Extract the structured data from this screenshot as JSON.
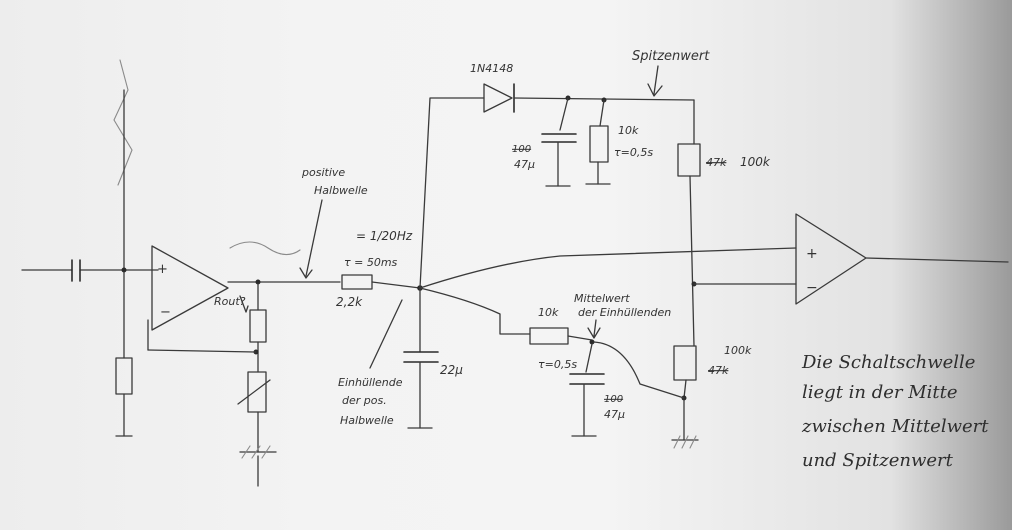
{
  "labels": {
    "diode": "1N4148",
    "peak_title": "Spitzenwert",
    "cap_peak_strike": "100",
    "cap_peak": "47µ",
    "res_peak": "10k",
    "tau_peak": "τ=0,5s",
    "res_top_strike": "47k",
    "res_top": "100k",
    "pos_half_1": "positive",
    "pos_half_2": "Halbwelle",
    "freq": "= 1/20Hz",
    "tau_in": "τ = 50ms",
    "res_in": "2,2k",
    "rout": "Rout?",
    "env_1": "Einhüllende",
    "env_2": "der pos.",
    "env_3": "Halbwelle",
    "cap_in": "22µ",
    "mean_1": "Mittelwert",
    "mean_2": "der Einhüllenden",
    "res_mean": "10k",
    "tau_mean": "τ=0,5s",
    "cap_mean_strike": "100",
    "cap_mean": "47µ",
    "res_bot": "100k",
    "res_bot_strike": "47k",
    "plus_sign": "+",
    "minus_sign": "−",
    "opamp1_plus": "+",
    "opamp1_minus": "−",
    "note_1": "Die Schaltschwelle",
    "note_2": "liegt in der Mitte",
    "note_3": "zwischen Mittelwert",
    "note_4": "und Spitzenwert"
  }
}
